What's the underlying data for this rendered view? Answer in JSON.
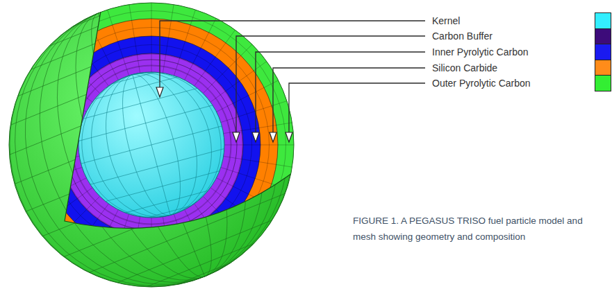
{
  "diagram": {
    "caption": "FIGURE 1. A PEGASUS TRISO fuel particle model and mesh showing geometry and composition",
    "legend": [
      {
        "text": "Kernel",
        "color": "#33eeff"
      },
      {
        "text": "Carbon Buffer",
        "color": "#3d0b7a"
      },
      {
        "text": "Inner Pyrolytic Carbon",
        "color": "#1a1af0"
      },
      {
        "text": "Silicon Carbide",
        "color": "#ff8c1a"
      },
      {
        "text": "Outer Pyrolytic Carbon",
        "color": "#33ee33"
      }
    ]
  }
}
